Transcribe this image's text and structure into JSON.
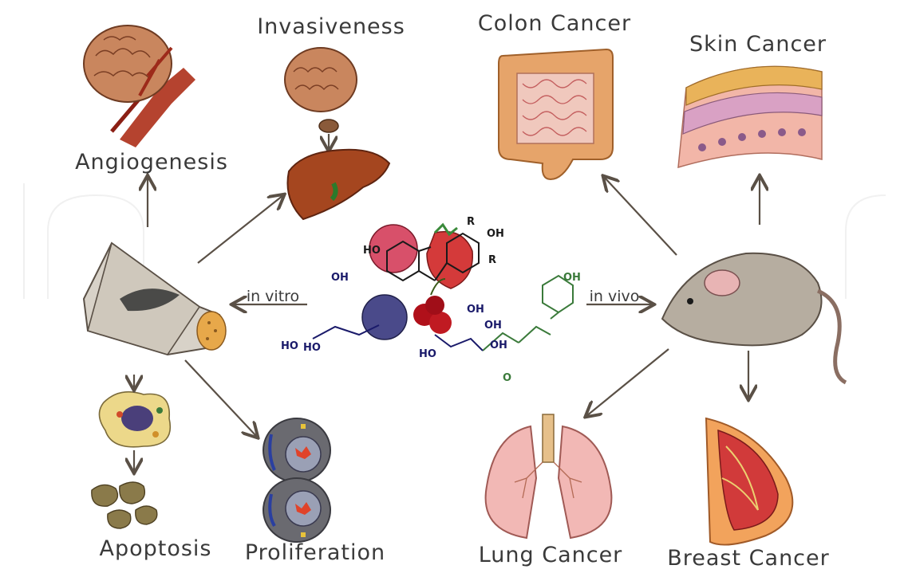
{
  "labels": {
    "angiogenesis": "Angiogenesis",
    "invasiveness": "Invasiveness",
    "colon_cancer": "Colon Cancer",
    "skin_cancer": "Skin Cancer",
    "apoptosis": "Apoptosis",
    "proliferation": "Proliferation",
    "lung_cancer": "Lung Cancer",
    "breast_cancer": "Breast Cancer"
  },
  "arrows": {
    "in_vitro": "in vitro",
    "in_vivo": "in vivo"
  },
  "chemistry": {
    "ho_left": "HO",
    "oh_top": "OH",
    "r1": "R",
    "r2": "R",
    "oh_ring": "OH",
    "oh_phenol": "OH",
    "ho_sugar1": "HO",
    "ho_sugar2": "HO",
    "oh_sugar": "OH",
    "ho_sugar3": "HO",
    "oh_sugar2": "OH",
    "oh_sugar3": "OH",
    "o_ester": "O"
  },
  "icons": [
    "blood-vessel-tumor-icon",
    "tumor-liver-icon",
    "colon-icon",
    "skin-layers-icon",
    "cell-culture-flask-icon",
    "apoptotic-cell-icon",
    "dividing-cell-icon",
    "mouse-icon",
    "lungs-icon",
    "breast-icon",
    "berries-icon"
  ]
}
